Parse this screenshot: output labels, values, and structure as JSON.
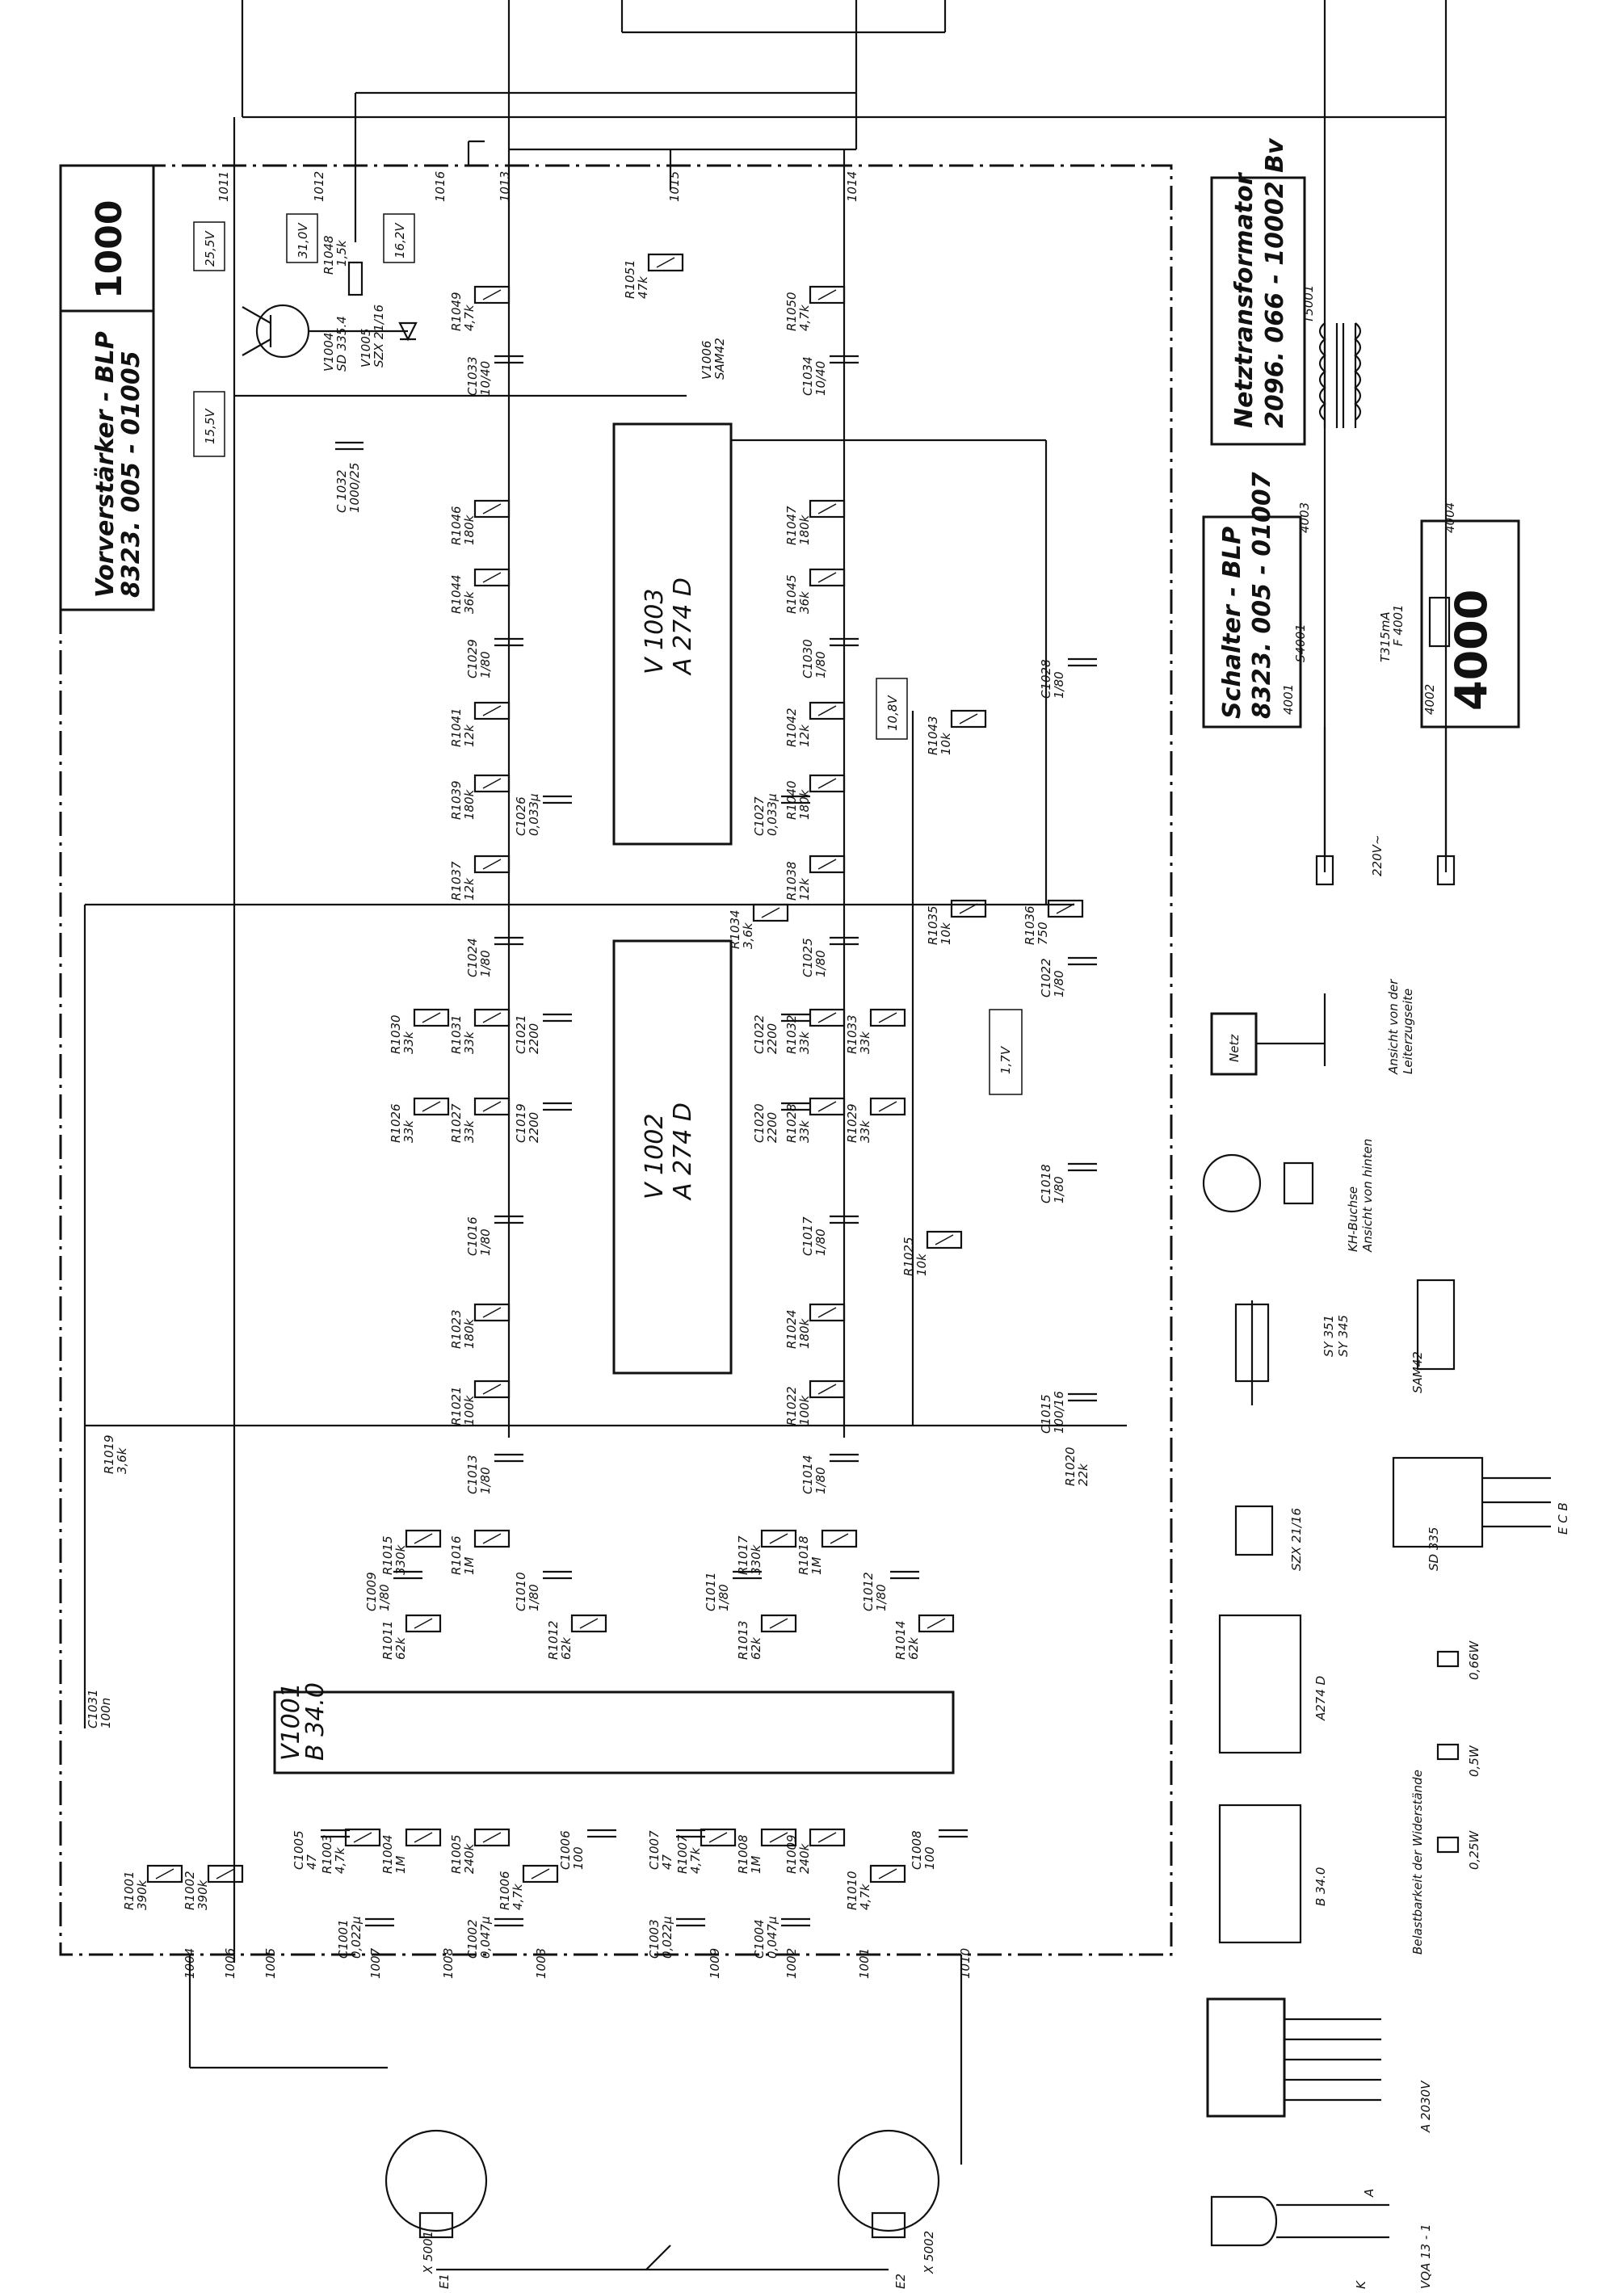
{
  "modules": {
    "preamp_title": "Vorverstärker - BLP",
    "preamp_number": "8323. 005 - 01005",
    "preamp_code": "1000",
    "transformer_title": "Netztransformator",
    "transformer_number": "2096. 066 - 10002 Bv",
    "switch_title": "Schalter - BLP",
    "switch_number": "8323. 005 - 01007",
    "switch_code": "4000",
    "mains_label": "Netz",
    "mains_voltage": "220V~"
  },
  "voltages": {
    "v25": "25,5V",
    "v31": "31,0V",
    "v16": "16,2V",
    "v15": "15,5V",
    "v10": "10,8V",
    "v17": "1,7V"
  },
  "ics": {
    "v1003": "V 1003",
    "v1003_type": "A 274 D",
    "v1002": "V 1002",
    "v1002_type": "A 274 D",
    "v1001": "V1001",
    "v1001_type": "B 34.0"
  },
  "components": {
    "v1004": "V1004",
    "v1004_type": "SD 335.4",
    "v1005": "V1005",
    "v1005_type": "SZX 21/16",
    "v1006": "V1006",
    "v1006_type": "SAM42",
    "r1048": "R1048",
    "r1048_v": "1,5k",
    "r1049": "R1049",
    "r1049_v": "4,7k",
    "r1050": "R1050",
    "r1050_v": "4,7k",
    "r1051": "R1051",
    "r1051_v": "47k",
    "c1033": "C1033",
    "c1033_v": "10/40",
    "c1034": "C1034",
    "c1034_v": "10/40",
    "c1032": "C 1032",
    "c1032_v": "1000/25",
    "r1046": "R1046",
    "r1046_v": "180k",
    "r1047": "R1047",
    "r1047_v": "180k",
    "r1044": "R1044",
    "r1044_v": "36k",
    "r1045": "R1045",
    "r1045_v": "36k",
    "c1029": "C1029",
    "c1029_v": "1/80",
    "c1030": "C1030",
    "c1030_v": "1/80",
    "r1041": "R1041",
    "r1041_v": "12k",
    "r1042": "R1042",
    "r1042_v": "12k",
    "r1039": "R1039",
    "r1039_v": "180k",
    "r1040": "R1040",
    "r1040_v": "180k",
    "c1026": "C1026",
    "c1026_v": "0,033µ",
    "c1027": "C1027",
    "c1027_v": "0,033µ",
    "r1037": "R1037",
    "r1037_v": "12k",
    "r1038": "R1038",
    "r1038_v": "12k",
    "c1024": "C1024",
    "c1024_v": "1/80",
    "c1025": "C1025",
    "c1025_v": "1/80",
    "r1034": "R1034",
    "r1034_v": "3,6k",
    "r1043": "R1043",
    "r1043_v": "10k",
    "r1035": "R1035",
    "r1035_v": "10k",
    "r1036": "R1036",
    "r1036_v": "750",
    "c1028": "C1028",
    "c1028_v": "1/80",
    "c1022": "C1022",
    "c1022_v": "1/80",
    "r1030": "R1030",
    "r1030_v": "33k",
    "r1031": "R1031",
    "r1031_v": "33k",
    "c1021": "C1021",
    "c1021_v": "2200",
    "c1022b": "C1022",
    "c1022b_v": "2200",
    "r1032": "R1032",
    "r1032_v": "33k",
    "r1033": "R1033",
    "r1033_v": "33k",
    "r1026": "R1026",
    "r1026_v": "33k",
    "r1027": "R1027",
    "r1027_v": "33k",
    "c1019": "C1019",
    "c1019_v": "2200",
    "c1020": "C1020",
    "c1020_v": "2200",
    "r1028": "R1028",
    "r1028_v": "33k",
    "r1029": "R1029",
    "r1029_v": "33k",
    "c1016": "C1016",
    "c1016_v": "1/80",
    "c1017": "C1017",
    "c1017_v": "1/80",
    "c1018": "C1018",
    "c1018_v": "1/80",
    "r1025": "R1025",
    "r1025_v": "10k",
    "r1023": "R1023",
    "r1023_v": "180k",
    "r1024": "R1024",
    "r1024_v": "180k",
    "r1021": "R1021",
    "r1021_v": "100k",
    "r1022": "R1022",
    "r1022_v": "100k",
    "c1015": "C1015",
    "c1015_v": "100/16",
    "r1019": "R1019",
    "r1019_v": "3,6k",
    "r1020": "R1020",
    "r1020_v": "22k",
    "c1013": "C1013",
    "c1013_v": "1/80",
    "c1014": "C1014",
    "c1014_v": "1/80",
    "c1009": "C1009",
    "c1009_v": "1/80",
    "c1010": "C1010",
    "c1010_v": "1/80",
    "c1011": "C1011",
    "c1011_v": "1/80",
    "c1012": "C1012",
    "c1012_v": "1/80",
    "r1015": "R1015",
    "r1015_v": "330k",
    "r1016": "R1016",
    "r1016_v": "1M",
    "r1017": "R1017",
    "r1017_v": "330k",
    "r1018": "R1018",
    "r1018_v": "1M",
    "r1011": "R1011",
    "r1011_v": "62k",
    "r1012": "R1012",
    "r1012_v": "62k",
    "r1013": "R1013",
    "r1013_v": "62k",
    "r1014": "R1014",
    "r1014_v": "62k",
    "c1031": "C1031",
    "c1031_v": "100n",
    "r1001": "R1001",
    "r1001_v": "390k",
    "r1002": "R1002",
    "r1002_v": "390k",
    "c1005": "C1005",
    "c1005_v": "47",
    "r1003": "R1003",
    "r1003_v": "4,7k",
    "r1004": "R1004",
    "r1004_v": "1M",
    "r1005": "R1005",
    "r1005_v": "240k",
    "r1006": "R1006",
    "r1006_v": "4,7k",
    "c1006": "C1006",
    "c1006_v": "100",
    "c1007": "C1007",
    "c1007_v": "47",
    "r1007": "R1007",
    "r1007_v": "4,7k",
    "r1008": "R1008",
    "r1008_v": "1M",
    "r1009": "R1009",
    "r1009_v": "240k",
    "r1010": "R1010",
    "r1010_v": "4,7k",
    "c1008": "C1008",
    "c1008_v": "100",
    "c1001": "C1001",
    "c1001_v": "0,022µ",
    "c1002": "C1002",
    "c1002_v": "0,047µ",
    "c1003": "C1003",
    "c1003_v": "0,022µ",
    "c1004": "C1004",
    "c1004_v": "0,047µ",
    "x5001": "X 5001",
    "x5002": "X 5002",
    "t5001": "T5001",
    "s4001": "S4001",
    "f4001": "F 4001",
    "f4001_v": "T315mA"
  },
  "terminals": [
    "1011",
    "1012",
    "1016",
    "1013",
    "1015",
    "1014",
    "1004",
    "1006",
    "1005",
    "1007",
    "1008",
    "1003",
    "1009",
    "1002",
    "1001",
    "1010",
    "4001",
    "4003",
    "4002",
    "4004"
  ],
  "legend": {
    "kh_title": "KH-Buchse",
    "kh_sub": "Ansicht von hinten",
    "switch_view": "Ansicht von der",
    "switch_view2": "Leiterzugseite",
    "sy351": "SY 351",
    "sy345": "SY 345",
    "sam42": "SAM42",
    "szx": "SZX 21/16",
    "sd335": "SD 335",
    "ecb": "E C B",
    "a274": "A274 D",
    "b340": "B 34.0",
    "load_title": "Belastbarkeit der Widerstände",
    "w025": "0,25W",
    "w05": "0,5W",
    "w066": "0,66W",
    "a2030": "A 2030V",
    "vqa": "VQA 13 - 1",
    "pin_a": "A",
    "pin_k": "K"
  },
  "inputs": {
    "e1": "E1",
    "e2": "E2"
  }
}
